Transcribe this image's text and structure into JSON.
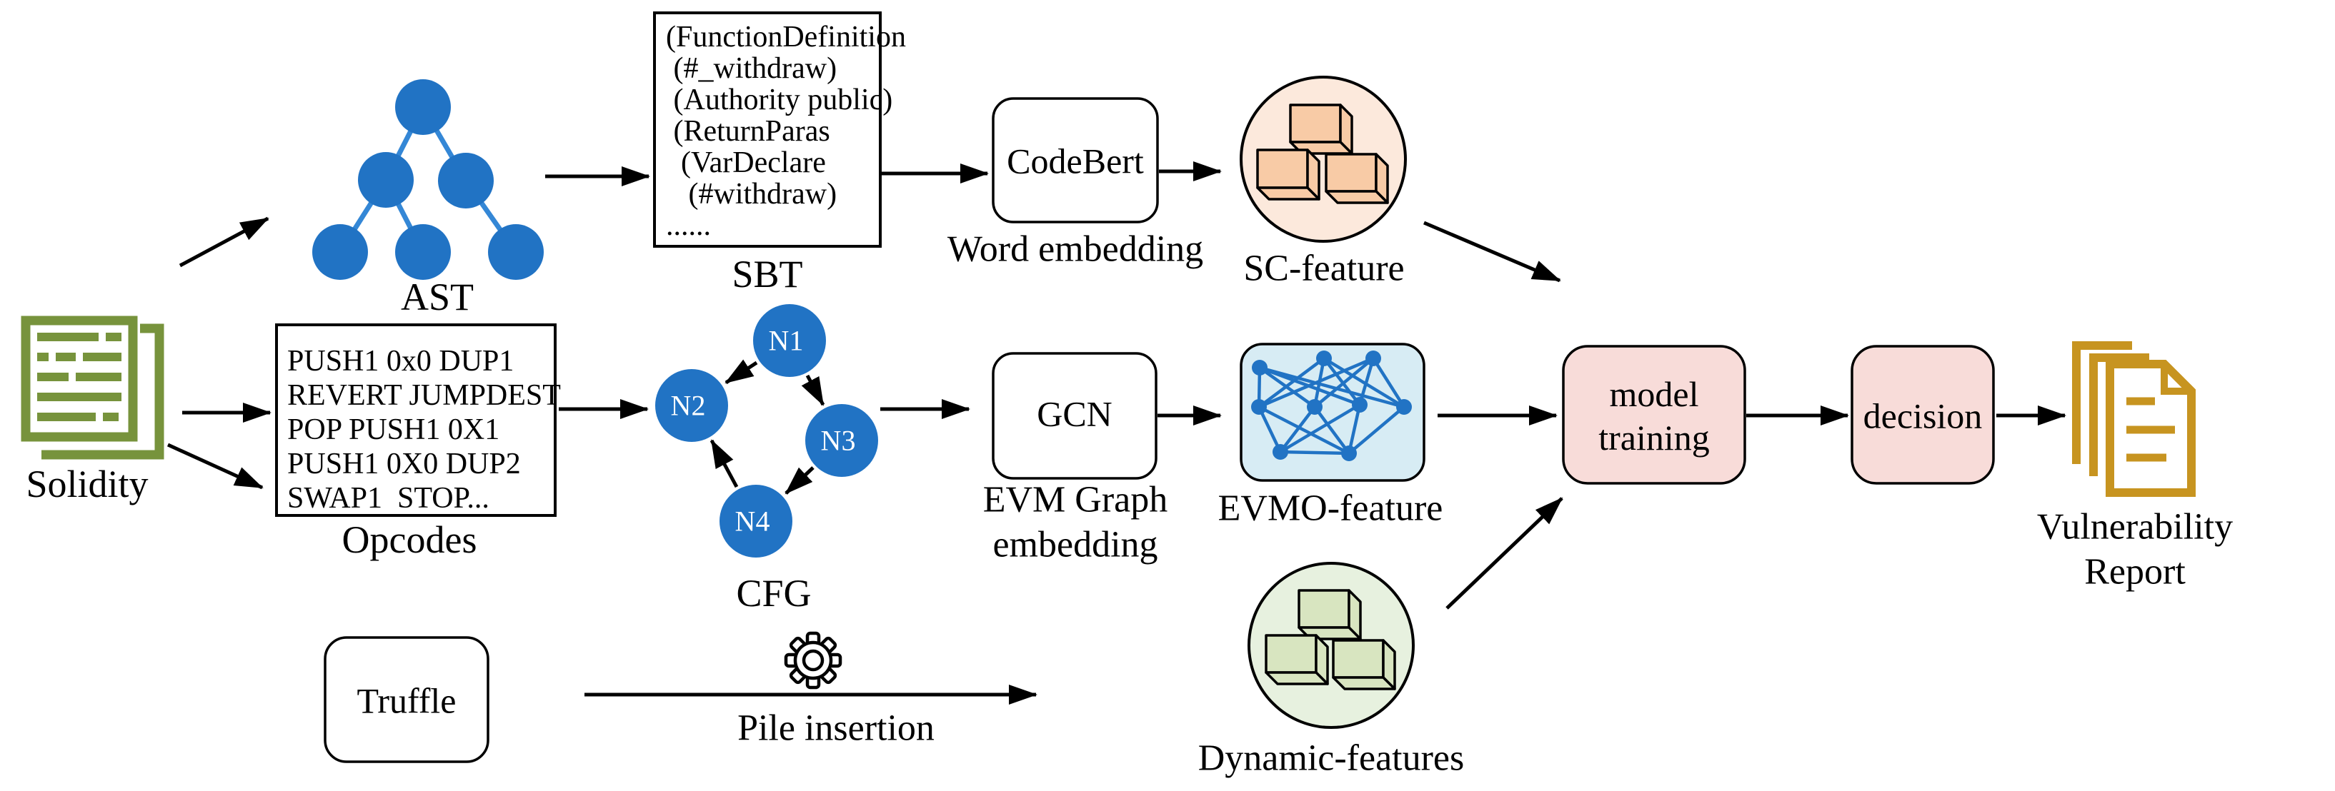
{
  "colors": {
    "node_blue": "#2173C4",
    "tree_edge_blue": "#3487D6",
    "sc_circle_fill": "#FCE9DC",
    "cube_orange": "#F8CBA6",
    "dyn_circle_fill": "#E7F1DF",
    "cube_green": "#D8E5C0",
    "evmo_box_fill": "#D7ECF4",
    "pink_box_fill": "#F8DCD9",
    "solidity_green": "#77933C",
    "report_gold": "#C79420",
    "arrow_black": "#000000"
  },
  "solidity": {
    "label": "Solidity",
    "icon": "solidity-documents-icon"
  },
  "ast": {
    "label": "AST"
  },
  "sbt": {
    "label": "SBT",
    "lines": [
      "(FunctionDefinition",
      " (#_withdraw)",
      " (Authority public)",
      " (ReturnParas",
      "  (VarDeclare",
      "   (#withdraw)",
      "......"
    ]
  },
  "codebert": {
    "box_label": "CodeBert",
    "caption": "Word embedding"
  },
  "sc_feature": {
    "label": "SC-feature"
  },
  "opcodes": {
    "label": "Opcodes",
    "lines": [
      "PUSH1 0x0 DUP1",
      "REVERT JUMPDEST",
      "POP PUSH1 0X1",
      "PUSH1 0X0 DUP2",
      "SWAP1  STOP..."
    ]
  },
  "cfg": {
    "label": "CFG",
    "nodes": [
      "N1",
      "N2",
      "N3",
      "N4"
    ]
  },
  "gcn": {
    "box_label": "GCN",
    "caption": "EVM Graph\nembedding"
  },
  "evmo_feature": {
    "label": "EVMO-feature"
  },
  "truffle": {
    "box_label": "Truffle"
  },
  "pile_insertion": {
    "caption": "Pile insertion",
    "icon": "gear-icon"
  },
  "dynamic_features": {
    "label": "Dynamic-features"
  },
  "model_training": {
    "box_label": "model\ntraining"
  },
  "decision": {
    "box_label": "decision"
  },
  "report": {
    "label": "Vulnerability\nReport",
    "icon": "report-documents-icon"
  }
}
